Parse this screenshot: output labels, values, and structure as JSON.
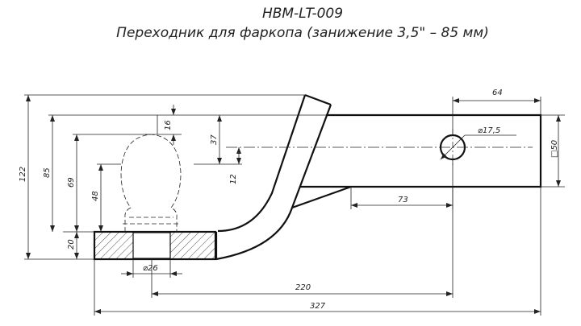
{
  "title": {
    "code": "НВМ-LT-009",
    "name": "Переходник для фаркопа  (занижение 3,5\" – 85 мм)"
  },
  "dimensions": {
    "d64": "64",
    "d17_5": "⌀17,5",
    "d50": "□50",
    "d73": "73",
    "d16": "16",
    "d37": "37",
    "d12": "12",
    "d122": "122",
    "d85": "85",
    "d69": "69",
    "d48": "48",
    "d20": "20",
    "d26": "⌀26",
    "d220": "220",
    "d327": "327"
  }
}
